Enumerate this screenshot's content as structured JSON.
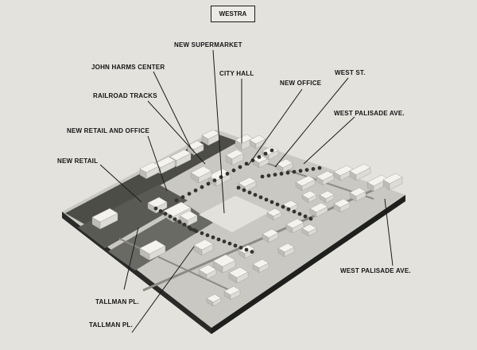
{
  "title": "WESTRA",
  "labels": {
    "new_supermarket": "NEW SUPERMARKET",
    "john_harms_center": "JOHN HARMS CENTER",
    "city_hall": "CITY HALL",
    "new_office": "NEW OFFICE",
    "west_st": "WEST ST.",
    "railroad_tracks": "RAILROAD TRACKS",
    "west_palisade_ave_top": "WEST PALISADE AVE.",
    "new_retail_and_office": "NEW RETAIL AND OFFICE",
    "new_retail": "NEW RETAIL",
    "west_palisade_ave_right": "WEST PALISADE AVE.",
    "tallman_pl_1": "TALLMAN PL.",
    "tallman_pl_2": "TALLMAN PL."
  },
  "colors": {
    "background": "#e3e2dd",
    "model_base_side": "#2e2e2c",
    "model_surface": "#c9c8c2",
    "buildings": "#f2f1ec",
    "trees": "#3a3a38",
    "roads": "#55554f",
    "leader_lines": "#1a1a1a"
  }
}
